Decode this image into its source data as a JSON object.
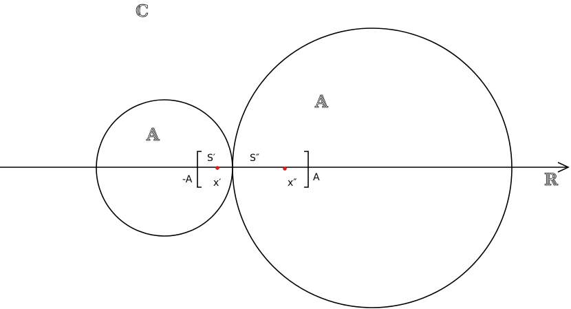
{
  "labels": {
    "plane": "ℂ",
    "set_small": "𝔸",
    "set_large": "𝔸",
    "reals": "ℝ",
    "neg_a": "-A",
    "pos_a": "A",
    "s_prime": "S′",
    "s_double_prime": "S″",
    "x_prime": "x′",
    "x_double_prime": "x″"
  },
  "colors": {
    "stroke": "#000000",
    "point": "#d42020",
    "background": "#ffffff"
  }
}
